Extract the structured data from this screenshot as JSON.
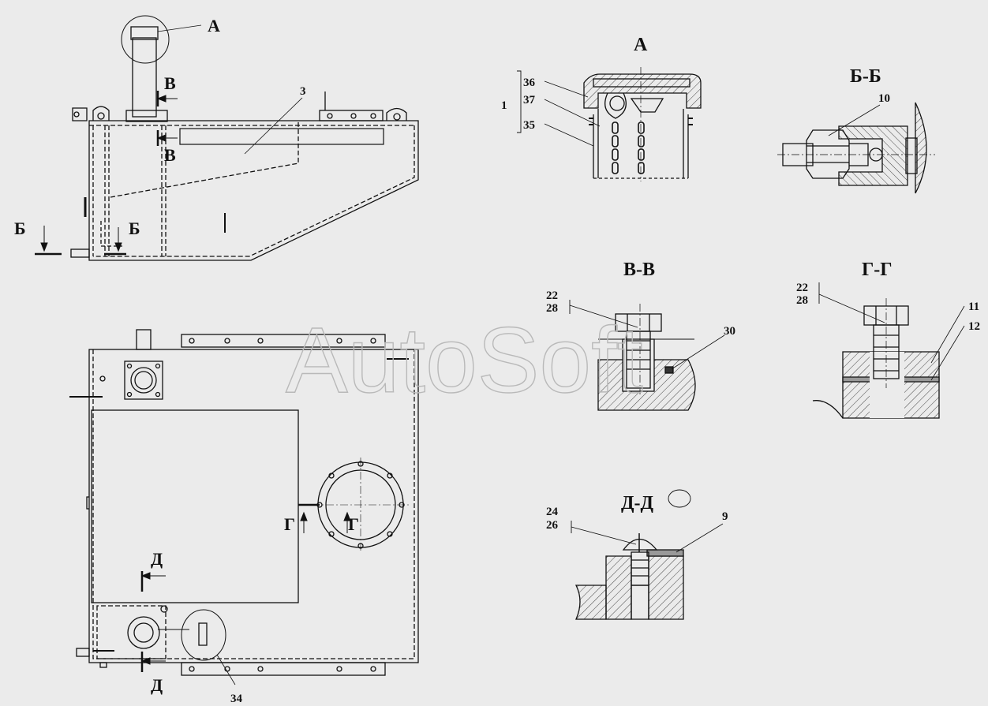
{
  "watermark": "AutoSoft",
  "views": {
    "view_a": "А",
    "section_bb": "Б-Б",
    "section_vv": "В-В",
    "section_gg": "Г-Г",
    "section_dd": "Д-Д"
  },
  "section_marks": {
    "a": "А",
    "b": "Б",
    "v": "В",
    "g": "Г",
    "d": "Д"
  },
  "callouts": {
    "p1": "1",
    "p3": "3",
    "p9": "9",
    "p10": "10",
    "p11": "11",
    "p12": "12",
    "p22": "22",
    "p24": "24",
    "p26": "26",
    "p28": "28",
    "p30": "30",
    "p34": "34",
    "p35": "35",
    "p36": "36",
    "p37": "37"
  }
}
